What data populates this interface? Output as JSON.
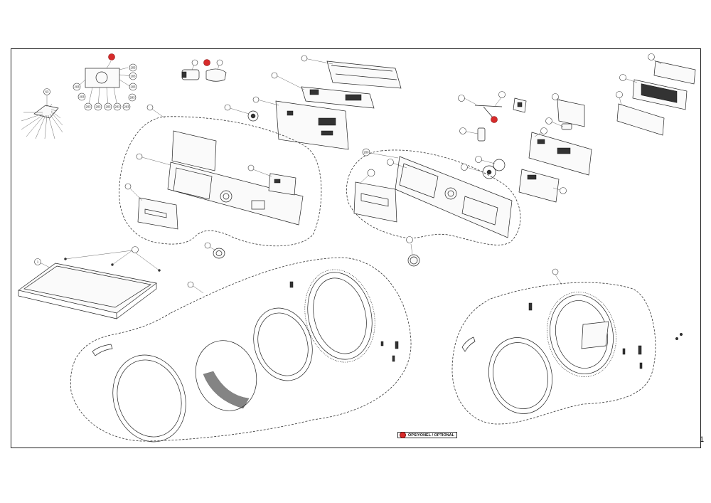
{
  "legend": {
    "optional_label": "OPSIYONEL / OPTIONAL",
    "optional_color": "#d72b2b"
  },
  "page_mark": "1",
  "callouts": [
    {
      "id": "c-top-optional",
      "label": "",
      "optional": true
    },
    {
      "id": "c-mod-tr-1",
      "label": "203",
      "optional": false
    },
    {
      "id": "c-mod-tr-2",
      "label": "203",
      "optional": false
    },
    {
      "id": "c-mod-r-1",
      "label": "203",
      "optional": false
    },
    {
      "id": "c-mod-r-2",
      "label": "203",
      "optional": false
    },
    {
      "id": "c-mod-r-3",
      "label": "203",
      "optional": false
    },
    {
      "id": "c-mod-l",
      "label": "203",
      "optional": false
    },
    {
      "id": "c-mod-b1",
      "label": "203",
      "optional": false
    },
    {
      "id": "c-mod-b2",
      "label": "203",
      "optional": false
    },
    {
      "id": "c-mod-b3",
      "label": "203",
      "optional": false
    },
    {
      "id": "c-mod-b4",
      "label": "203",
      "optional": false
    },
    {
      "id": "c-mod-b5",
      "label": "203",
      "optional": false
    },
    {
      "id": "c-mod-b6",
      "label": "203",
      "optional": false
    },
    {
      "id": "c-knob-opt-l",
      "label": "",
      "optional": false
    },
    {
      "id": "c-knob-opt",
      "label": "",
      "optional": true
    },
    {
      "id": "c-knob-opt-r",
      "label": "",
      "optional": false
    },
    {
      "id": "c-fan-top",
      "label": "63",
      "optional": false
    },
    {
      "id": "c-pcb-top",
      "label": "",
      "optional": false
    },
    {
      "id": "c-pcb-mid",
      "label": "",
      "optional": false
    },
    {
      "id": "c-pcb-low",
      "label": "",
      "optional": false
    },
    {
      "id": "c-knob-small",
      "label": "",
      "optional": false
    },
    {
      "id": "c-group-left",
      "label": "",
      "optional": false
    },
    {
      "id": "c-panel-l",
      "label": "",
      "optional": false
    },
    {
      "id": "c-drawer-l",
      "label": "",
      "optional": false
    },
    {
      "id": "c-board-l",
      "label": "",
      "optional": false
    },
    {
      "id": "c-group-right",
      "label": "200",
      "optional": false
    },
    {
      "id": "c-drawer-r",
      "label": "",
      "optional": false
    },
    {
      "id": "c-panel-r",
      "label": "",
      "optional": false
    },
    {
      "id": "c-knob-r",
      "label": "",
      "optional": false
    },
    {
      "id": "c-knob-r2",
      "label": "",
      "optional": false
    },
    {
      "id": "c-wire-1",
      "label": "",
      "optional": false
    },
    {
      "id": "c-wire-2",
      "label": "",
      "optional": false
    },
    {
      "id": "c-wire-opt",
      "label": "",
      "optional": true
    },
    {
      "id": "c-bracket",
      "label": "",
      "optional": false
    },
    {
      "id": "c-cap",
      "label": "",
      "optional": false
    },
    {
      "id": "c-fuse",
      "label": "",
      "optional": false
    },
    {
      "id": "c-pcb-r1",
      "label": "",
      "optional": false
    },
    {
      "id": "c-pcb-r2",
      "label": "",
      "optional": false
    },
    {
      "id": "c-disp-1",
      "label": "",
      "optional": false
    },
    {
      "id": "c-disp-2",
      "label": "",
      "optional": false
    },
    {
      "id": "c-disp-3",
      "label": "",
      "optional": false
    },
    {
      "id": "c-worktop",
      "label": "1",
      "optional": false
    },
    {
      "id": "c-screws",
      "label": "",
      "optional": false
    },
    {
      "id": "c-knob-main",
      "label": "",
      "optional": false
    },
    {
      "id": "c-knob-center",
      "label": "",
      "optional": false
    },
    {
      "id": "c-door-group-l",
      "label": "",
      "optional": false
    },
    {
      "id": "c-door-group-r",
      "label": "",
      "optional": false
    }
  ]
}
